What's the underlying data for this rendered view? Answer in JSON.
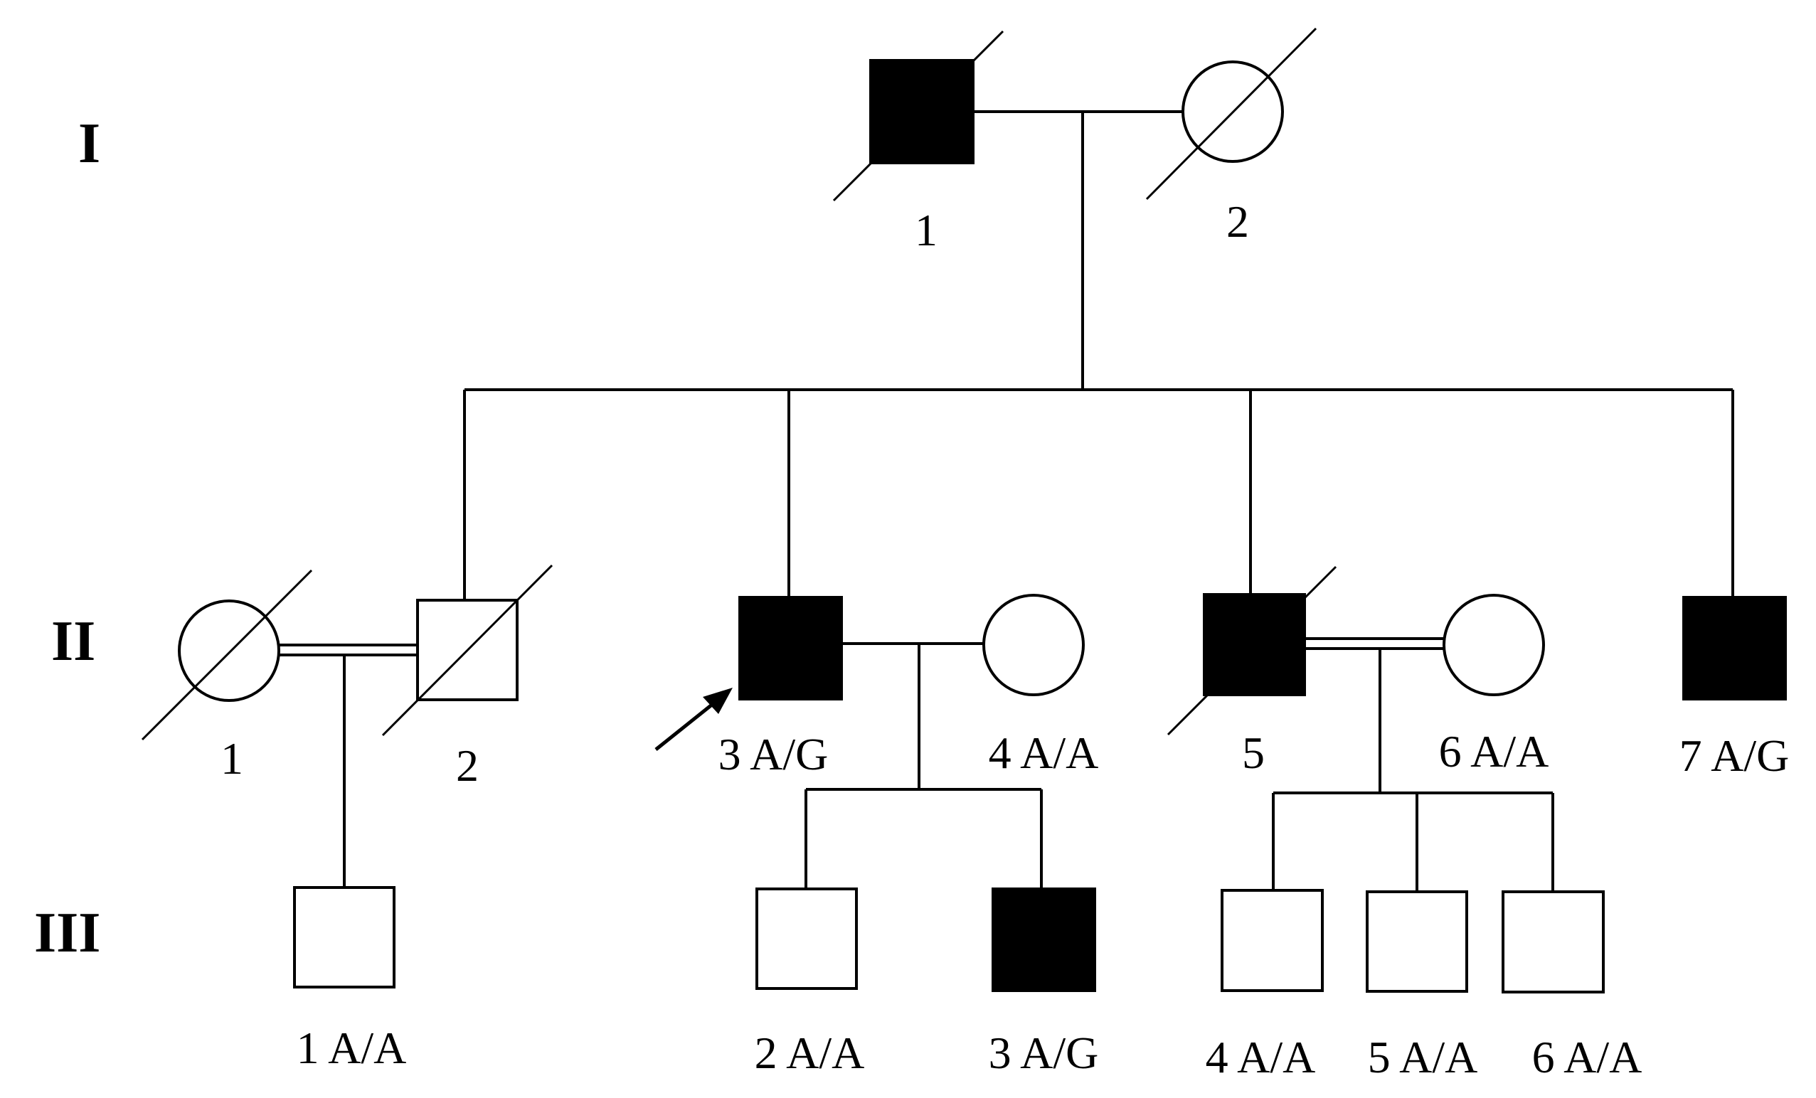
{
  "generations": [
    "I",
    "II",
    "III"
  ],
  "individuals": {
    "I1": {
      "label": "1",
      "sex": "male",
      "affected": true,
      "deceased": true
    },
    "I2": {
      "label": "2",
      "sex": "female",
      "affected": false,
      "deceased": true
    },
    "II1": {
      "label": "1",
      "sex": "female",
      "affected": false,
      "deceased": true
    },
    "II2": {
      "label": "2",
      "sex": "male",
      "affected": false,
      "deceased": true
    },
    "II3": {
      "label": "3 A/G",
      "sex": "male",
      "affected": true,
      "deceased": false,
      "proband": true
    },
    "II4": {
      "label": "4 A/A",
      "sex": "female",
      "affected": false,
      "deceased": false
    },
    "II5": {
      "label": "5",
      "sex": "male",
      "affected": true,
      "deceased": true
    },
    "II6": {
      "label": "6 A/A",
      "sex": "female",
      "affected": false,
      "deceased": false
    },
    "II7": {
      "label": "7 A/G",
      "sex": "male",
      "affected": true,
      "deceased": false
    },
    "III1": {
      "label": "1 A/A",
      "sex": "male",
      "affected": false,
      "deceased": false
    },
    "III2": {
      "label": "2 A/A",
      "sex": "male",
      "affected": false,
      "deceased": false
    },
    "III3": {
      "label": "3 A/G",
      "sex": "male",
      "affected": true,
      "deceased": false
    },
    "III4": {
      "label": "4 A/A",
      "sex": "male",
      "affected": false,
      "deceased": false
    },
    "III5": {
      "label": "5 A/A",
      "sex": "male",
      "affected": false,
      "deceased": false
    },
    "III6": {
      "label": "6 A/A",
      "sex": "male",
      "affected": false,
      "deceased": false
    }
  },
  "relationships": [
    {
      "partners": [
        "I1",
        "I2"
      ],
      "consanguineous": false,
      "children": [
        "II2",
        "II3",
        "II5",
        "II7"
      ]
    },
    {
      "partners": [
        "II1",
        "II2"
      ],
      "consanguineous": true,
      "children": [
        "III1"
      ]
    },
    {
      "partners": [
        "II3",
        "II4"
      ],
      "consanguineous": false,
      "children": [
        "III2",
        "III3"
      ]
    },
    {
      "partners": [
        "II5",
        "II6"
      ],
      "consanguineous": true,
      "children": [
        "III4",
        "III5",
        "III6"
      ]
    }
  ],
  "colors": {
    "affected": "#000000",
    "unaffected": "#ffffff",
    "line": "#000000"
  }
}
